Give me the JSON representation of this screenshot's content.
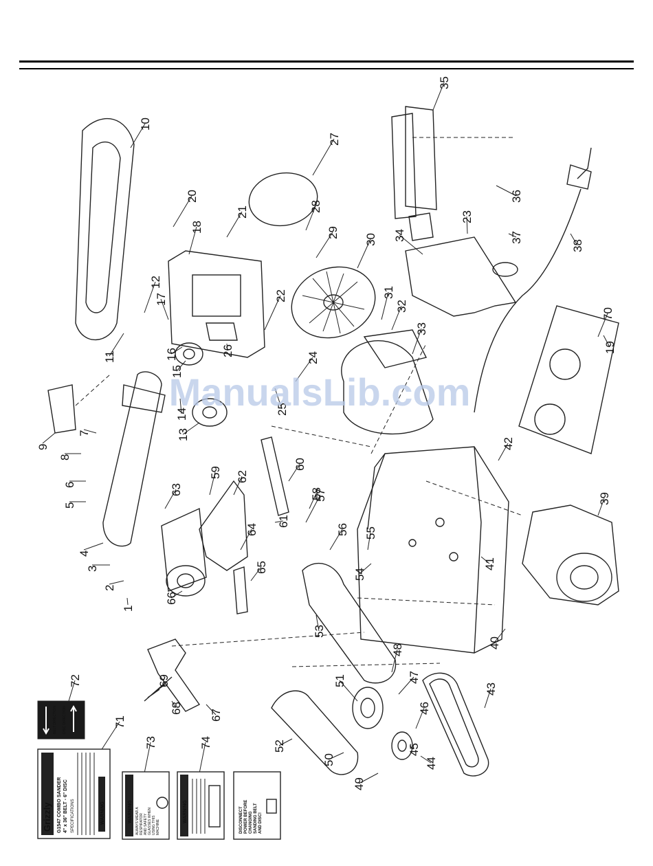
{
  "watermark": "ManualsLib.com",
  "part_numbers": [
    "1",
    "2",
    "3",
    "4",
    "5",
    "6",
    "7",
    "8",
    "9",
    "10",
    "11",
    "12",
    "13",
    "14",
    "15",
    "16",
    "17",
    "18",
    "19",
    "20",
    "21",
    "22",
    "23",
    "24",
    "25",
    "26",
    "27",
    "28",
    "29",
    "30",
    "31",
    "32",
    "33",
    "34",
    "35",
    "36",
    "37",
    "38",
    "39",
    "40",
    "41",
    "42",
    "43",
    "44",
    "45",
    "46",
    "47",
    "48",
    "49",
    "50",
    "51",
    "52",
    "53",
    "54",
    "55",
    "56",
    "57",
    "58",
    "59",
    "60",
    "61",
    "62",
    "63",
    "64",
    "65",
    "66",
    "67",
    "68",
    "69",
    "70",
    "71",
    "72",
    "73",
    "74"
  ],
  "labels": {
    "l70": {
      "brand": "Grizzly",
      "title1": "G1547 COMBO SANDER",
      "title2": "4\" x 36\" BELT - 6\" DISC",
      "specs_heading": "SPECIFICATIONS",
      "warning_heading": "WARNING"
    },
    "l71": {
      "belt": "BELT DIRECTION",
      "disc": "DISC DIRECTION"
    },
    "l72": {
      "heading": "WARNING",
      "line1": "ALWAYS WEAR A",
      "line2": "RESPIRATOR",
      "line3": "AND SAFETY",
      "line4": "GLASSES WHEN",
      "line5": "USING THIS",
      "line6": "MACHINE"
    },
    "l73": {
      "heading": "WARNING"
    },
    "l74": {
      "line1": "DISCONNECT",
      "line2": "POWER BEFORE",
      "line3": "CHANGING",
      "line4": "SANDING BELT",
      "line5": "AND DISC!"
    }
  }
}
